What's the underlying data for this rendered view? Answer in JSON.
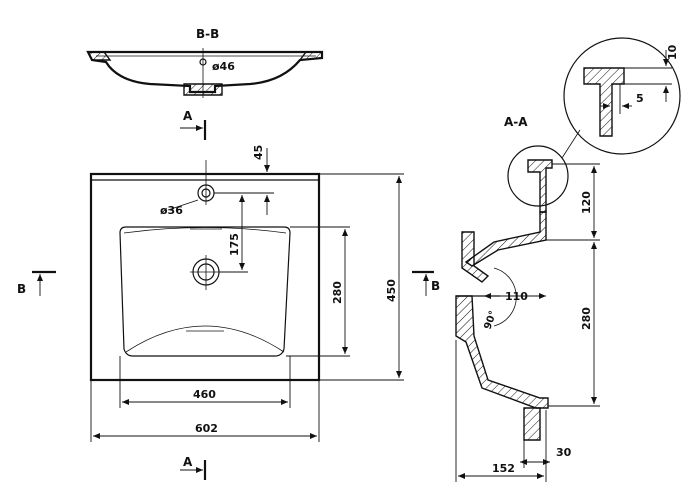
{
  "labels": {
    "section_bb": "B-B",
    "section_aa": "A-A",
    "cut_a_top": "A",
    "cut_a_bottom": "A",
    "cut_b_left": "B",
    "cut_b_right": "B"
  },
  "dimensions": {
    "drain_hole_section": "ø46",
    "tap_hole": "ø36",
    "tap_offset": "45",
    "drain_offset": "175",
    "bowl_depth": "280",
    "overall_depth": "450",
    "bowl_width": "460",
    "overall_width": "602",
    "detail_top": "10",
    "detail_side": "5",
    "section_top_height": "120",
    "section_bowl_height": "280",
    "overflow": "110",
    "angle": "90°",
    "section_base_width": "152",
    "section_lip": "30"
  }
}
